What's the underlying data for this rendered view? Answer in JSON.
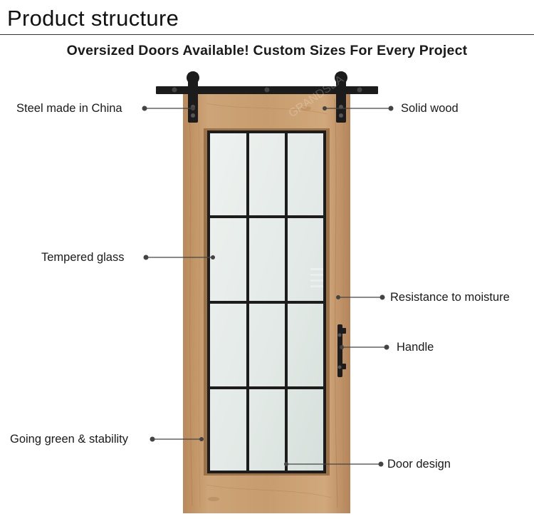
{
  "header": {
    "title": "Product structure",
    "subtitle": "Oversized Doors Available! Custom Sizes For Every Project"
  },
  "labels": {
    "steel": "Steel made in China",
    "solid_wood": "Solid wood",
    "tempered_glass": "Tempered glass",
    "moisture": "Resistance to moisture",
    "handle": "Handle",
    "going_green": "Going green & stability",
    "door_design": "Door design"
  },
  "watermark": "GRANDSEA",
  "colors": {
    "wood": "#c49a6c",
    "wood_dark": "#a8794a",
    "glass": "#e6ece9",
    "iron": "#1c1c1c",
    "leader": "#444444"
  }
}
